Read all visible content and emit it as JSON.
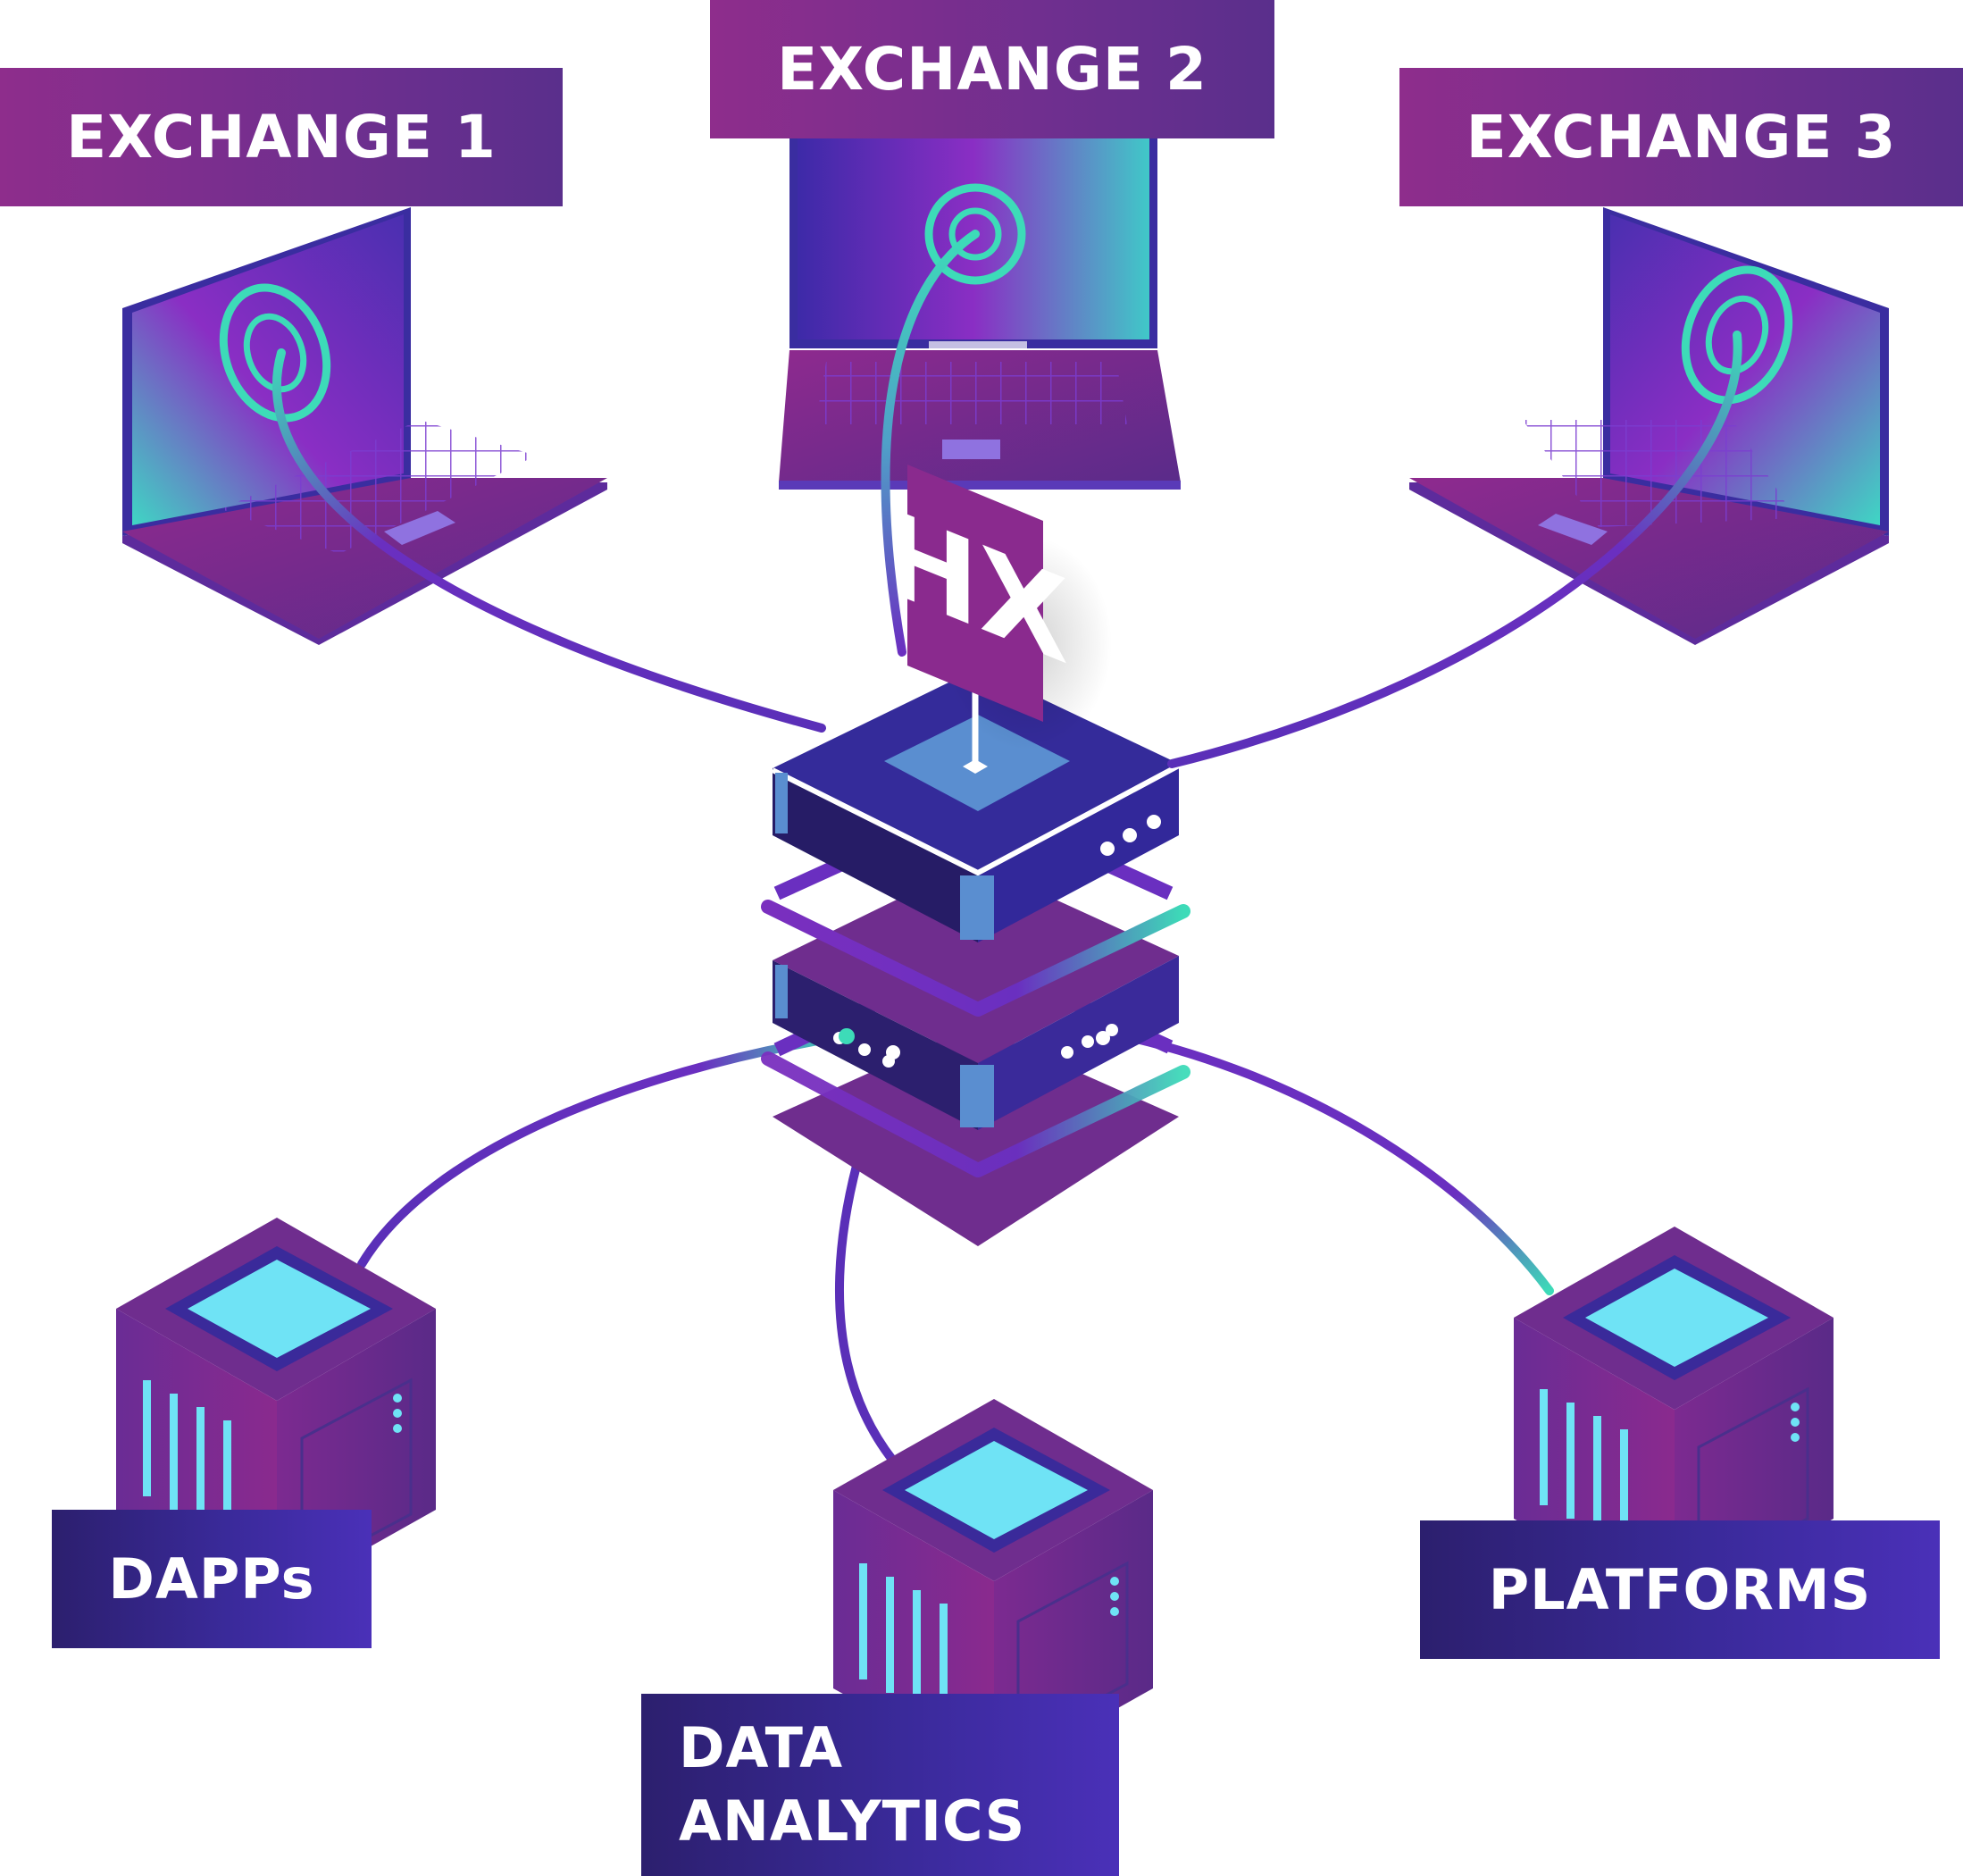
{
  "nodes": {
    "exchange_1": "EXCHANGE 1",
    "exchange_2": "EXCHANGE 2",
    "exchange_3": "EXCHANGE 3",
    "dapps": "DAPPs",
    "data_analytics": "DATA ANALYTICS",
    "platforms": "PLATFORMS"
  },
  "hub": {
    "logo": "HX"
  },
  "colors": {
    "label_top": "#8e2d8c",
    "label_bottom": "#3a2a9a",
    "cable_purple": "#6a2fc0",
    "cable_teal": "#3ddbb8",
    "server_cyan": "#6fe3f5",
    "hub_navy": "#342b9a"
  },
  "icons": [
    "laptop-icon",
    "server-icon",
    "hub-server-icon",
    "hx-logo-icon"
  ]
}
